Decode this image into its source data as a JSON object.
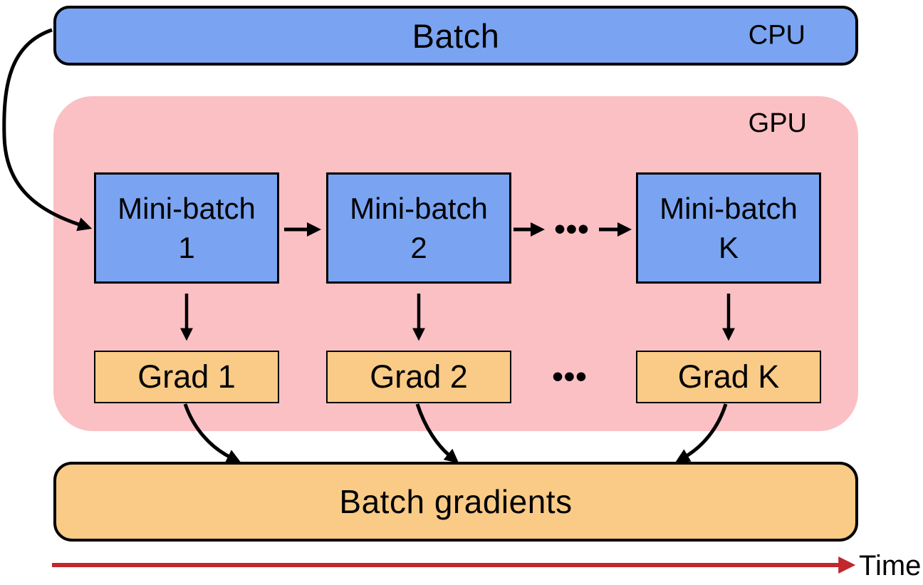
{
  "colors": {
    "box_blue": "#7AA4F1",
    "panel_pink": "#FBC0C4",
    "box_orange": "#F9CB86",
    "arrow_black": "#000000",
    "time_red": "#C1272D"
  },
  "batch": {
    "label": "Batch",
    "processor": "CPU"
  },
  "gpu": {
    "label": "GPU",
    "minibatches": [
      {
        "line1": "Mini-batch",
        "line2": "1"
      },
      {
        "line1": "Mini-batch",
        "line2": "2"
      },
      {
        "line1": "Mini-batch",
        "line2": "K"
      }
    ],
    "minibatch_ellipsis": "•••",
    "grads": [
      {
        "label": "Grad 1"
      },
      {
        "label": "Grad 2"
      },
      {
        "label": "Grad K"
      }
    ],
    "grad_ellipsis": "•••"
  },
  "output": {
    "label": "Batch gradients"
  },
  "timeline": {
    "label": "Time"
  }
}
